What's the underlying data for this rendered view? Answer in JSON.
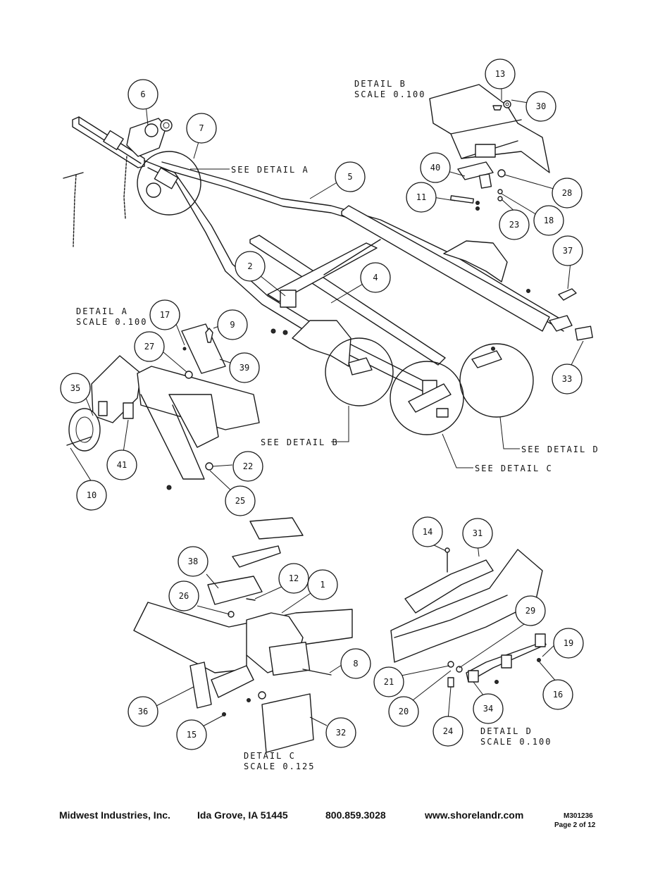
{
  "labels": {
    "detail_a_ref": "SEE DETAIL  A",
    "detail_b_ref": "SEE DETAIL  B",
    "detail_c_ref": "SEE DETAIL  C",
    "detail_d_ref": "SEE DETAIL  D",
    "detail_a_title": "DETAIL  A",
    "detail_a_scale": "SCALE  0.100",
    "detail_b_title": "DETAIL  B",
    "detail_b_scale": "SCALE  0.100",
    "detail_c_title": "DETAIL  C",
    "detail_c_scale": "SCALE  0.125",
    "detail_d_title": "DETAIL  D",
    "detail_d_scale": "SCALE  0.100"
  },
  "callouts": [
    "1",
    "2",
    "4",
    "5",
    "6",
    "7",
    "8",
    "9",
    "10",
    "11",
    "12",
    "13",
    "14",
    "15",
    "16",
    "17",
    "18",
    "19",
    "20",
    "21",
    "22",
    "23",
    "24",
    "25",
    "26",
    "27",
    "28",
    "29",
    "30",
    "31",
    "32",
    "33",
    "34",
    "35",
    "36",
    "37",
    "38",
    "39",
    "40",
    "41"
  ],
  "footer": {
    "company": "Midwest Industries, Inc.",
    "location": "Ida Grove, IA  51445",
    "phone": "800.859.3028",
    "website": "www.shorelandr.com",
    "doc_number": "M301236",
    "page": "Page 2 of 12"
  }
}
